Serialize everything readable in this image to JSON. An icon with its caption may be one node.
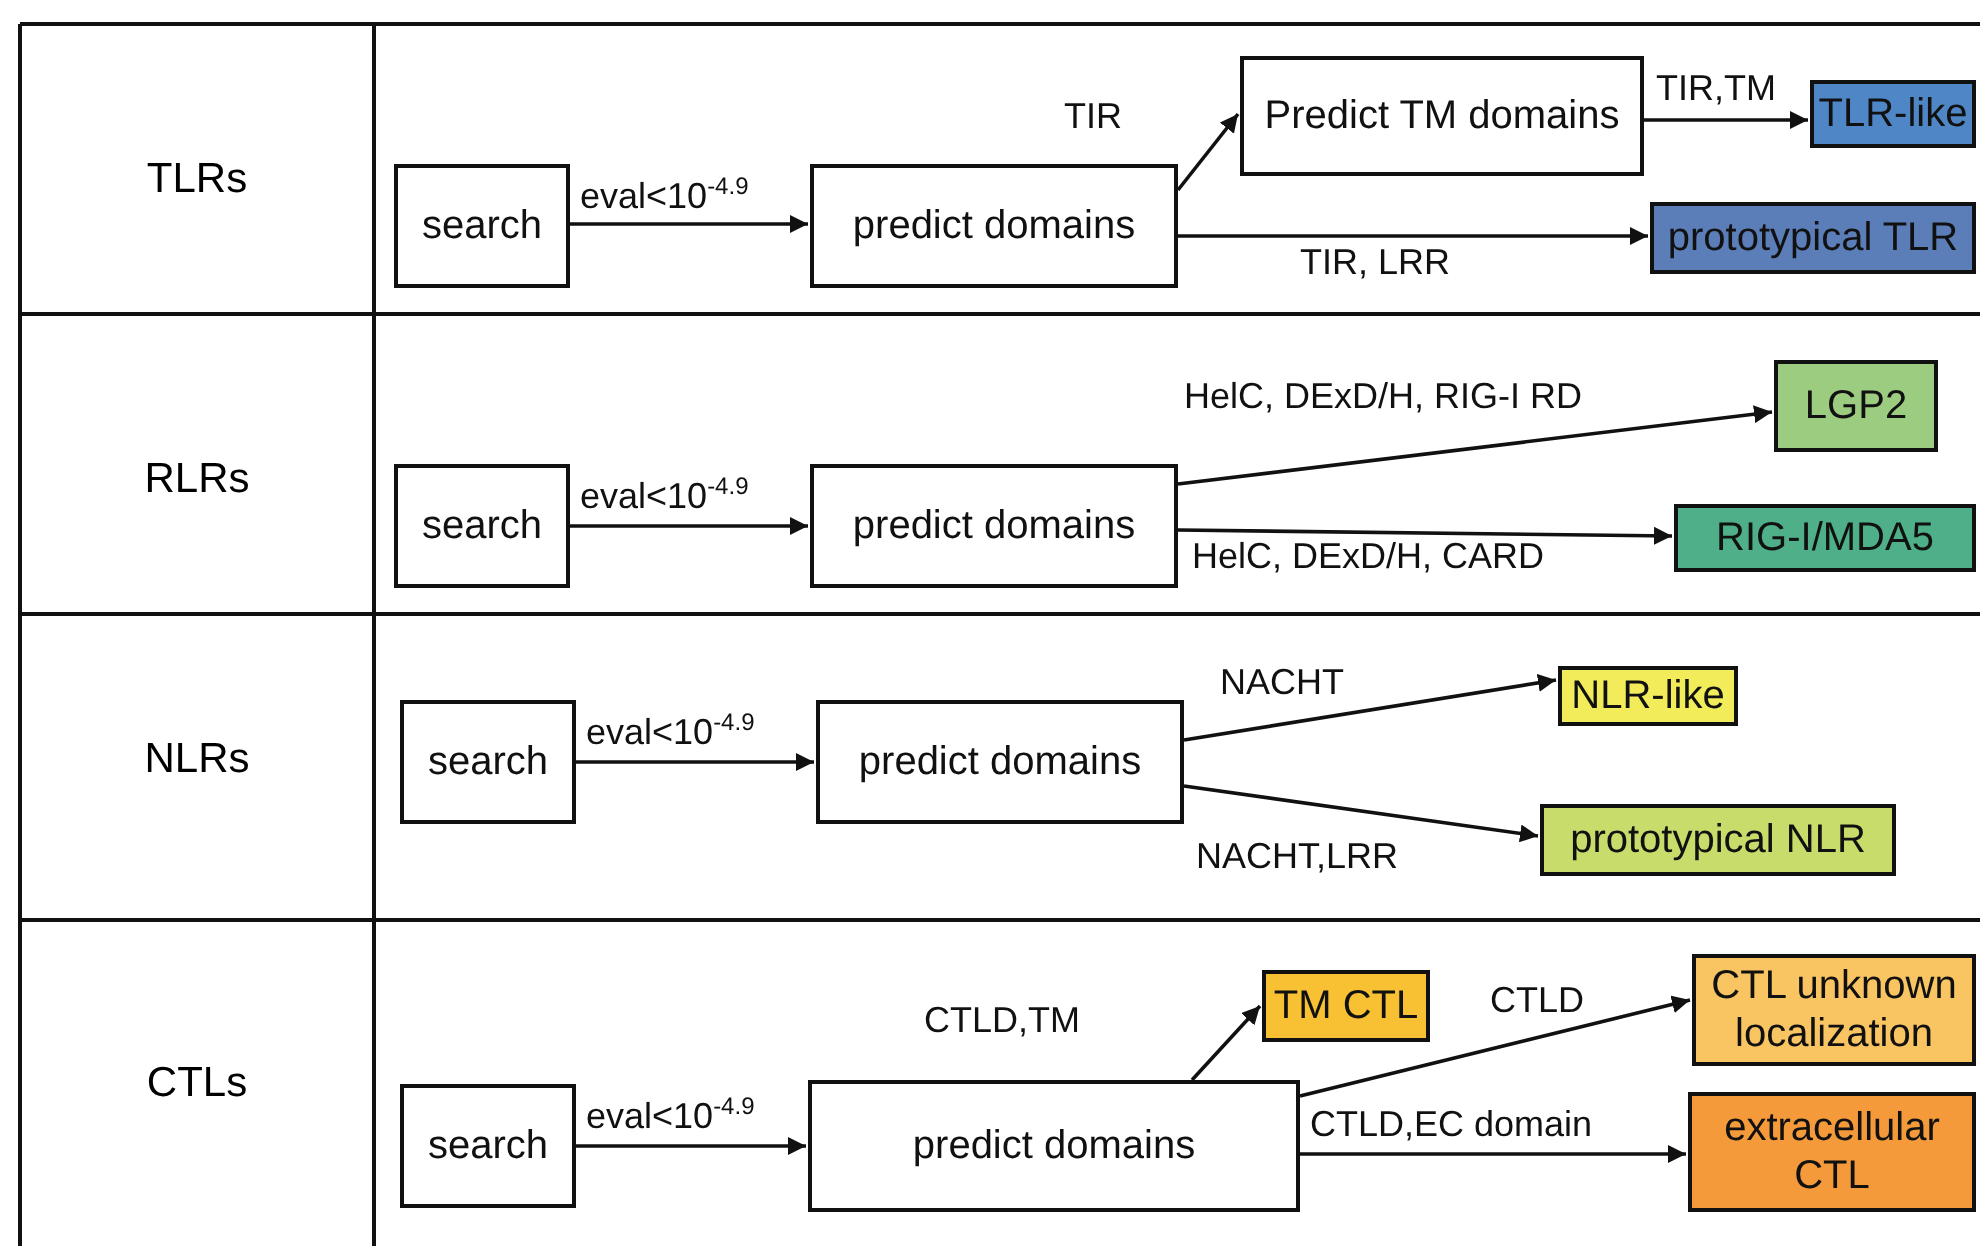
{
  "diagram": {
    "nodes": [
      {
        "text": [
          "search"
        ]
      },
      {
        "text": [
          "predict domains"
        ]
      },
      {
        "text": [
          "Predict TM domains"
        ]
      },
      {
        "text": [
          "TLR-like"
        ]
      },
      {
        "text": [
          "prototypical TLR"
        ]
      },
      {
        "text": [
          "search"
        ]
      },
      {
        "text": [
          "predict domains"
        ]
      },
      {
        "text": [
          "LGP2"
        ]
      },
      {
        "text": [
          "RIG-I/MDA5"
        ]
      },
      {
        "text": [
          "search"
        ]
      },
      {
        "text": [
          "predict domains"
        ]
      },
      {
        "text": [
          "NLR-like"
        ]
      },
      {
        "text": [
          "prototypical NLR"
        ]
      },
      {
        "text": [
          "search"
        ]
      },
      {
        "text": [
          "predict domains"
        ]
      },
      {
        "text": [
          "TM CTL"
        ]
      },
      {
        "text": [
          "CTL unknown localization"
        ]
      },
      {
        "text": [
          "extracellular CTL"
        ]
      }
    ],
    "edges": [
      {
        "from": 0,
        "to": 1,
        "arrow": "to",
        "label": "eval<10$^{-4.9}$"
      },
      {
        "from": 1,
        "to": 2,
        "arrow": "to",
        "label": "TIR"
      },
      {
        "from": 2,
        "to": 3,
        "arrow": "to",
        "label": "TIR,TM"
      },
      {
        "from": 1,
        "to": 4,
        "arrow": "to",
        "label": "TIR, LRR"
      },
      {
        "from": 5,
        "to": 6,
        "arrow": "to",
        "label": "eval<10$^{-4.9}$"
      },
      {
        "from": 6,
        "to": 7,
        "arrow": "to",
        "label": "HelC, DExD/H, RIG-I RD"
      },
      {
        "from": 6,
        "to": 8,
        "arrow": "to",
        "label": "HelC, DExD/H, CARD"
      },
      {
        "from": 9,
        "to": 10,
        "arrow": "to",
        "label": "eval<10$^{-4.9}$"
      },
      {
        "from": 10,
        "to": 11,
        "arrow": "to",
        "label": "NACHT"
      },
      {
        "from": 10,
        "to": 12,
        "arrow": "to",
        "label": "NACHT,LRR"
      },
      {
        "from": 13,
        "to": 14,
        "arrow": "to",
        "label": "eval<10$^{-4.9}$"
      },
      {
        "from": 14,
        "to": 15,
        "arrow": "to",
        "label": "CTLD,TM"
      },
      {
        "from": 14,
        "to": 16,
        "arrow": "to",
        "label": "CTLD"
      },
      {
        "from": 14,
        "to": 17,
        "arrow": "to",
        "label": "CTLD,EC domain"
      }
    ],
    "labels": [
      "TLRs",
      "RLRs",
      "NLRs",
      "CTLs"
    ]
  }
}
